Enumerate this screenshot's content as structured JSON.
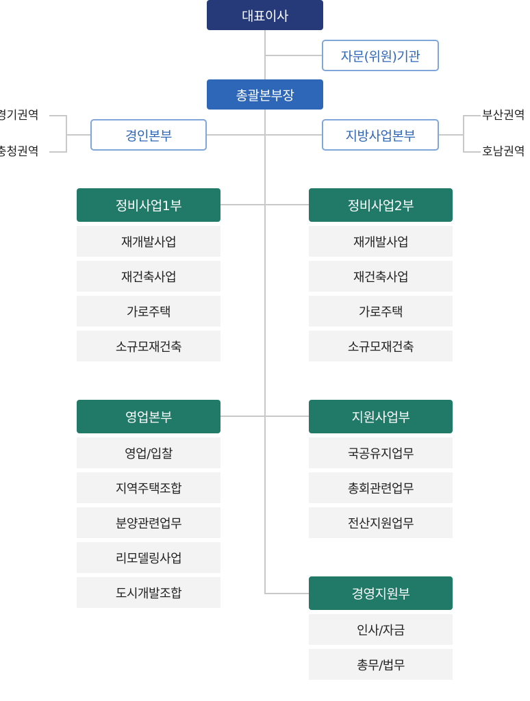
{
  "ceo": "대표이사",
  "advisory": "자문(위원)기관",
  "general_manager": "총괄본부장",
  "left_hq": {
    "label": "경인본부",
    "regions": [
      "경기권역",
      "충청권역"
    ]
  },
  "right_hq": {
    "label": "지방사업본부",
    "regions": [
      "부산권역",
      "호남권역"
    ]
  },
  "departments": [
    {
      "title": "정비사업1부",
      "items": [
        "재개발사업",
        "재건축사업",
        "가로주택",
        "소규모재건축"
      ]
    },
    {
      "title": "정비사업2부",
      "items": [
        "재개발사업",
        "재건축사업",
        "가로주택",
        "소규모재건축"
      ]
    },
    {
      "title": "영업본부",
      "items": [
        "영업/입찰",
        "지역주택조합",
        "분양관련업무",
        "리모델링사업",
        "도시개발조합"
      ]
    },
    {
      "title": "지원사업부",
      "items": [
        "국공유지업무",
        "총회관련업무",
        "전산지원업무"
      ]
    },
    {
      "title": "경영지원부",
      "items": [
        "인사/자금",
        "총무/법무"
      ]
    }
  ],
  "colors": {
    "navy": "#263a7a",
    "blue": "#2f67b8",
    "green": "#217968",
    "outline": "#7fa6d8",
    "item_bg": "#f3f3f3"
  }
}
